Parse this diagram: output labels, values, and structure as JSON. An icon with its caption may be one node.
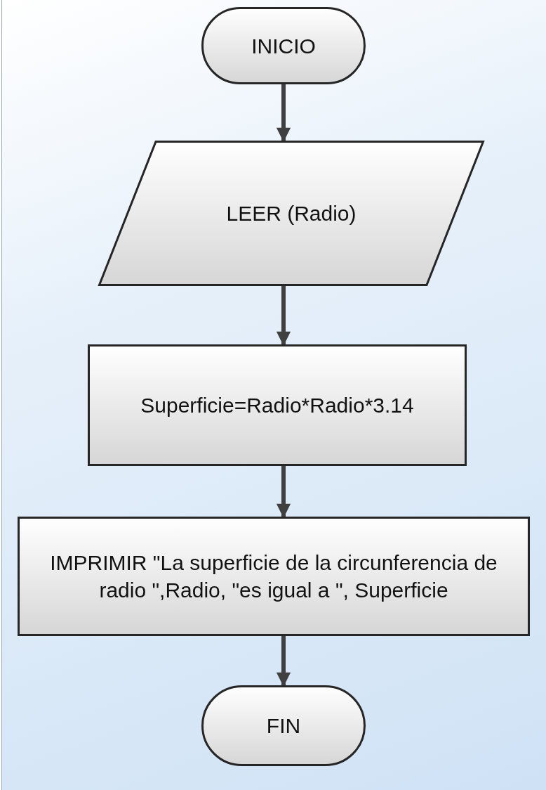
{
  "diagram": {
    "nodes": [
      {
        "text": [
          "INICIO"
        ]
      },
      {
        "text": [
          "LEER (Radio)"
        ]
      },
      {
        "text": [
          "Superficie=Radio*Radio*3.14"
        ]
      },
      {
        "text": [
          "IMPRIMIR \"La superficie de la circunferencia de radio \",Radio, \"es igual a \", Superficie"
        ]
      },
      {
        "text": [
          "FIN"
        ]
      }
    ],
    "edges": [
      {
        "from": 0,
        "to": 1,
        "arrow": "to"
      },
      {
        "from": 1,
        "to": 2,
        "arrow": "to"
      },
      {
        "from": 2,
        "to": 3,
        "arrow": "to"
      },
      {
        "from": 3,
        "to": 4,
        "arrow": "to"
      }
    ]
  }
}
